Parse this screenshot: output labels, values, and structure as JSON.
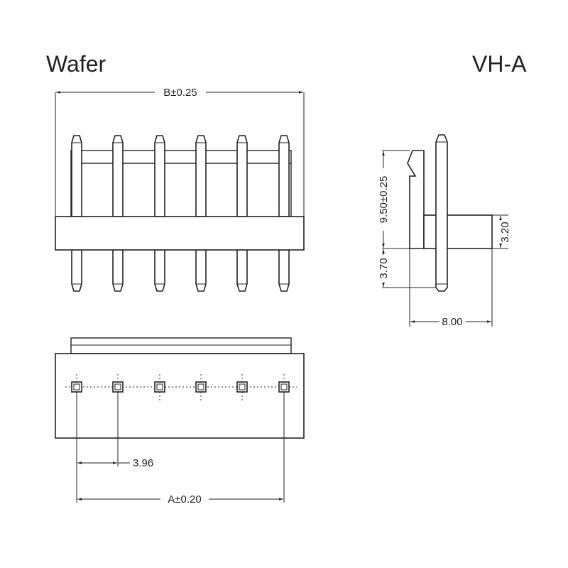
{
  "title_left": "Wafer",
  "title_right": "VH-A",
  "dimensions": {
    "b_width": "B±0.25",
    "height": "9.50±0.25",
    "block_height": "3.20",
    "pin_below": "3.70",
    "depth": "8.00",
    "pitch": "3.96",
    "a_span": "A±0.20"
  },
  "colors": {
    "line": "#222222",
    "background": "#ffffff"
  }
}
